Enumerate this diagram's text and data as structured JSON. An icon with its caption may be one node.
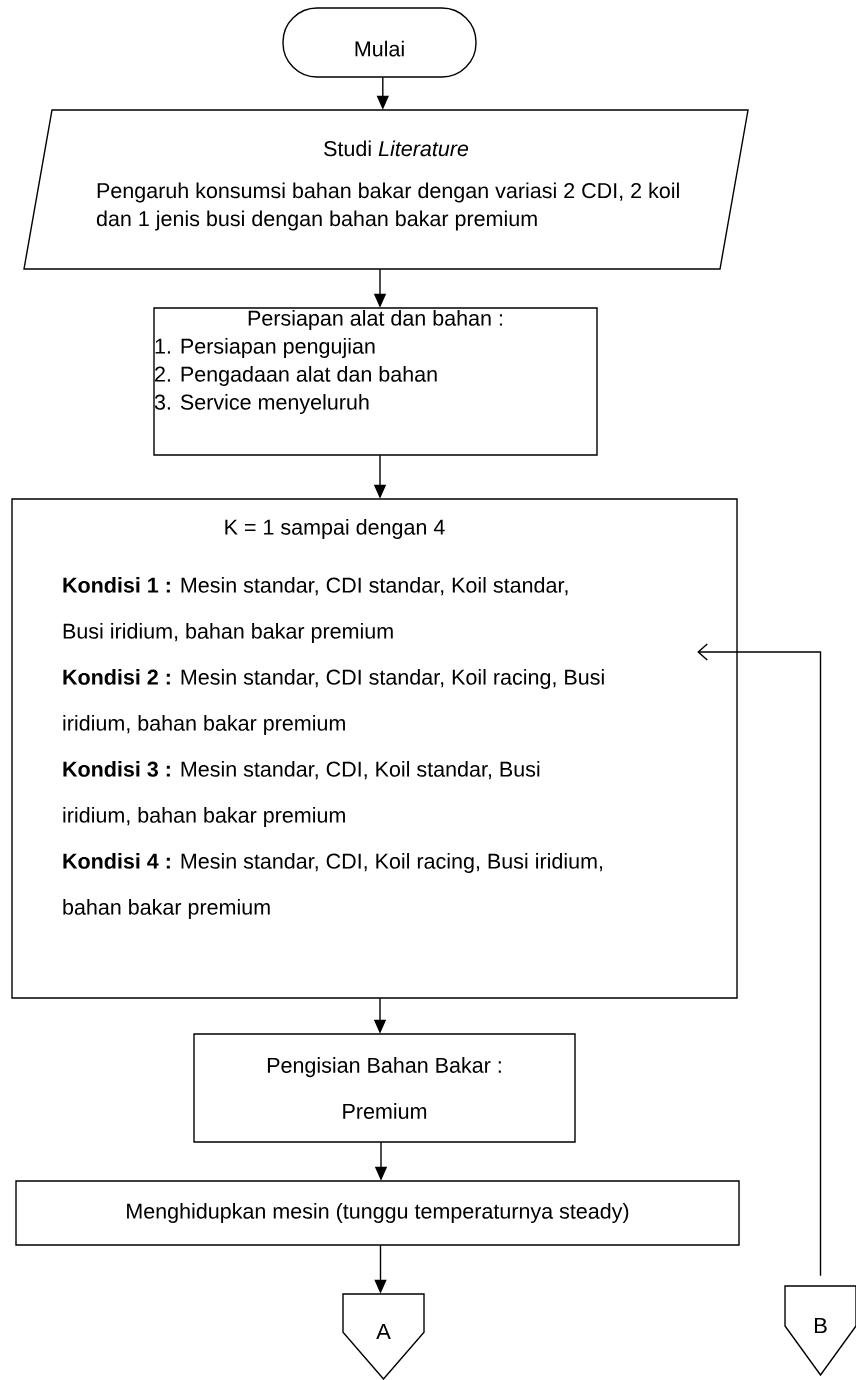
{
  "diagram": {
    "nodes": [
      {
        "text": [
          "Mulai"
        ]
      },
      {
        "text": [
          "Studi *Literature*",
          "Pengaruh konsumsi bahan bakar dengan variasi 2 CDI, 2 koil dan 1 jenis busi dengan bahan bakar premium"
        ]
      },
      {
        "text": [
          "Persiapan alat dan bahan :",
          "1. Persiapan pengujian",
          "2. Pengadaan alat dan bahan",
          "3. Service menyeluruh"
        ]
      },
      {
        "text": [
          "K = 1 sampai dengan 4",
          "**Kondisi 1 :** Mesin standar, CDI standar, Koil standar, Busi iridium, bahan bakar premium",
          "**Kondisi 2 :** Mesin standar, CDI standar, Koil racing, Busi iridium, bahan bakar premium",
          "**Kondisi 3 :** Mesin standar, CDI, Koil standar, Busi iridium, bahan bakar premium",
          "**Kondisi 4 :** Mesin standar, CDI, Koil racing, Busi iridium, bahan bakar premium"
        ]
      },
      {
        "text": [
          "Pengisian Bahan Bakar : Premium"
        ]
      },
      {
        "text": [
          "Menghidupkan mesin (tunggu temperaturnya steady)"
        ]
      },
      {
        "text": [
          "A"
        ]
      },
      {
        "text": [
          "B"
        ]
      }
    ],
    "edges": [
      {
        "from": 0,
        "to": 1,
        "arrow": "to"
      },
      {
        "from": 1,
        "to": 2,
        "arrow": "to"
      },
      {
        "from": 2,
        "to": 3,
        "arrow": "to"
      },
      {
        "from": 3,
        "to": 4,
        "arrow": "to"
      },
      {
        "from": 4,
        "to": 5,
        "arrow": "to"
      },
      {
        "from": 5,
        "to": 6,
        "arrow": "to"
      },
      {
        "from": 7,
        "to": 3,
        "arrow": "to"
      }
    ]
  }
}
